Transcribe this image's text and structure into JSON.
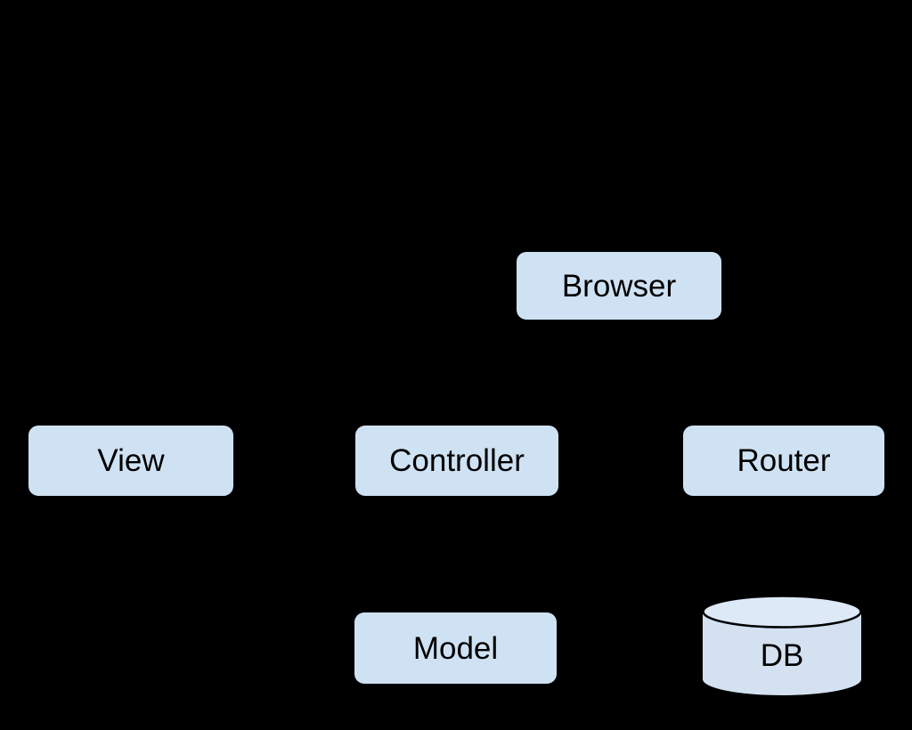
{
  "diagram": {
    "background_color": "#000000",
    "node_fill_color": "#cfe2f3",
    "cylinder_top_fill_color": "#dde9f7",
    "cylinder_body_fill_color": "#d3e1f1",
    "node_text_color": "#000000",
    "nodes": {
      "browser": {
        "label": "Browser",
        "shape": "rounded-rectangle"
      },
      "view": {
        "label": "View",
        "shape": "rounded-rectangle"
      },
      "controller": {
        "label": "Controller",
        "shape": "rounded-rectangle"
      },
      "router": {
        "label": "Router",
        "shape": "rounded-rectangle"
      },
      "model": {
        "label": "Model",
        "shape": "rounded-rectangle"
      },
      "db": {
        "label": "DB",
        "shape": "cylinder"
      }
    }
  }
}
